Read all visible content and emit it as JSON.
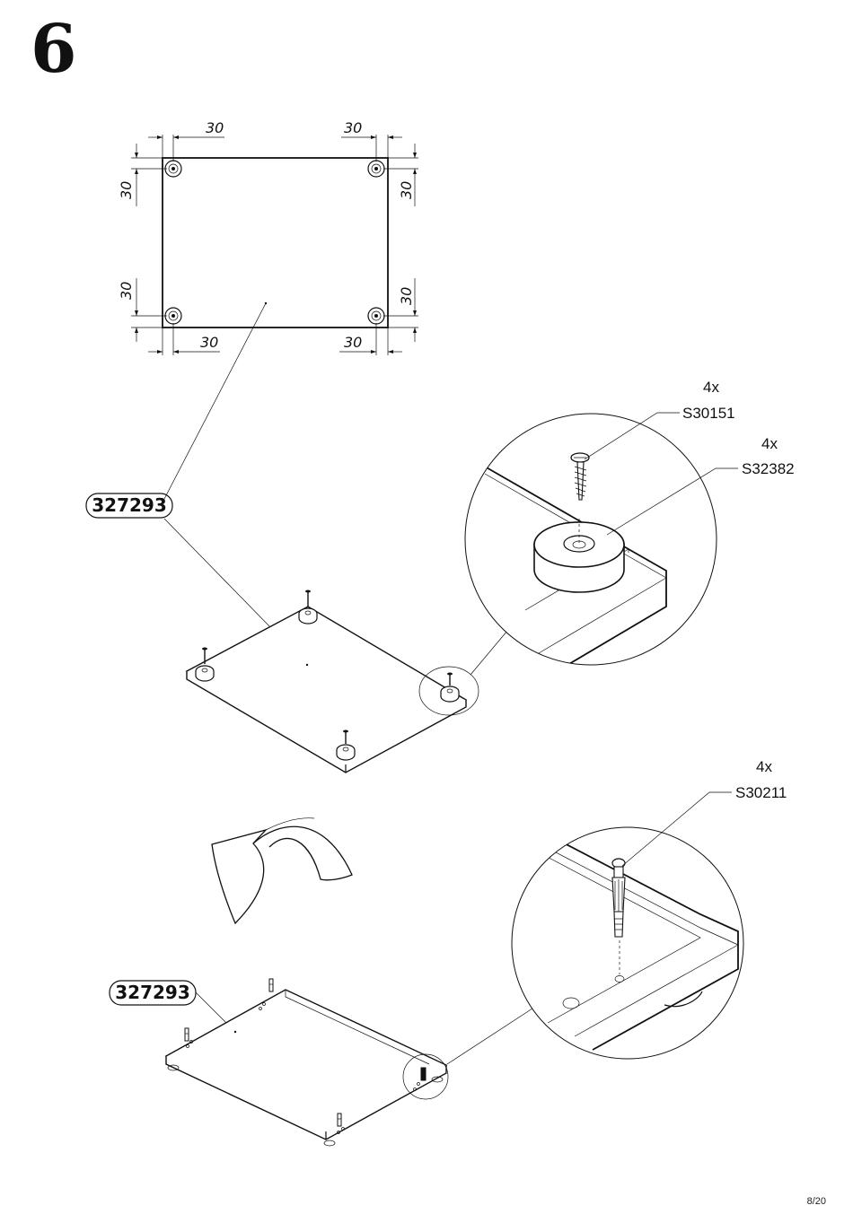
{
  "step": {
    "number": "6"
  },
  "page": {
    "number": "8/20"
  },
  "top_view": {
    "dimensions": [
      "30",
      "30",
      "30",
      "30",
      "30",
      "30",
      "30",
      "30"
    ]
  },
  "parts": {
    "panel_label_1": "327293",
    "panel_label_2": "327293"
  },
  "callouts": {
    "screw": {
      "quantity": "4x",
      "code": "S30151"
    },
    "foot": {
      "quantity": "4x",
      "code": "S32382"
    },
    "dowel": {
      "quantity": "4x",
      "code": "S30211"
    }
  }
}
